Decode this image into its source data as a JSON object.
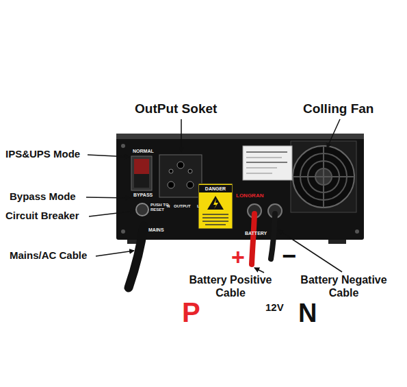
{
  "diagram": {
    "nodes": [
      {
        "text": [
          "DANGER"
        ]
      }
    ],
    "labels": [
      "OutPut Soket",
      "Colling Fan",
      "IPS&UPS Mode",
      "Bypass Mode",
      "Circuit Breaker",
      "Mains/AC Cable",
      "Battery Positive Cable",
      "Battery Negative Cable",
      "+",
      "−",
      "P",
      "12V",
      "N",
      "NORMAL",
      "BYPASS",
      "PUSH TO RESET",
      "N",
      "OUTPUT",
      "L",
      "MAINS",
      "BATTERY",
      "LONGRAN"
    ]
  }
}
